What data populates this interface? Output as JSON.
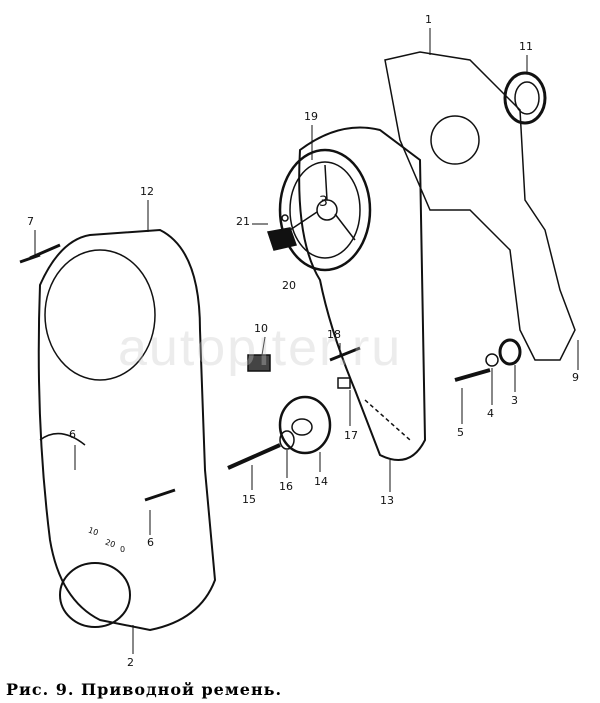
{
  "caption": "Рис. 9. Приводной ремень.",
  "watermark": "autopiter.ru",
  "gear_mark": "3",
  "scale_marks": [
    "10",
    "20",
    "0"
  ],
  "part_labels": [
    {
      "id": "p1",
      "text": "1"
    },
    {
      "id": "p11",
      "text": "11"
    },
    {
      "id": "p19",
      "text": "19"
    },
    {
      "id": "p12",
      "text": "12"
    },
    {
      "id": "p7",
      "text": "7"
    },
    {
      "id": "p21",
      "text": "21"
    },
    {
      "id": "p20",
      "text": "20"
    },
    {
      "id": "p10",
      "text": "10"
    },
    {
      "id": "p18",
      "text": "18"
    },
    {
      "id": "p9",
      "text": "9"
    },
    {
      "id": "p6a",
      "text": "6"
    },
    {
      "id": "p3",
      "text": "3"
    },
    {
      "id": "p4",
      "text": "4"
    },
    {
      "id": "p5",
      "text": "5"
    },
    {
      "id": "p17",
      "text": "17"
    },
    {
      "id": "p14",
      "text": "14"
    },
    {
      "id": "p16",
      "text": "16"
    },
    {
      "id": "p15",
      "text": "15"
    },
    {
      "id": "p13",
      "text": "13"
    },
    {
      "id": "p6b",
      "text": "6"
    },
    {
      "id": "p2",
      "text": "2"
    }
  ]
}
